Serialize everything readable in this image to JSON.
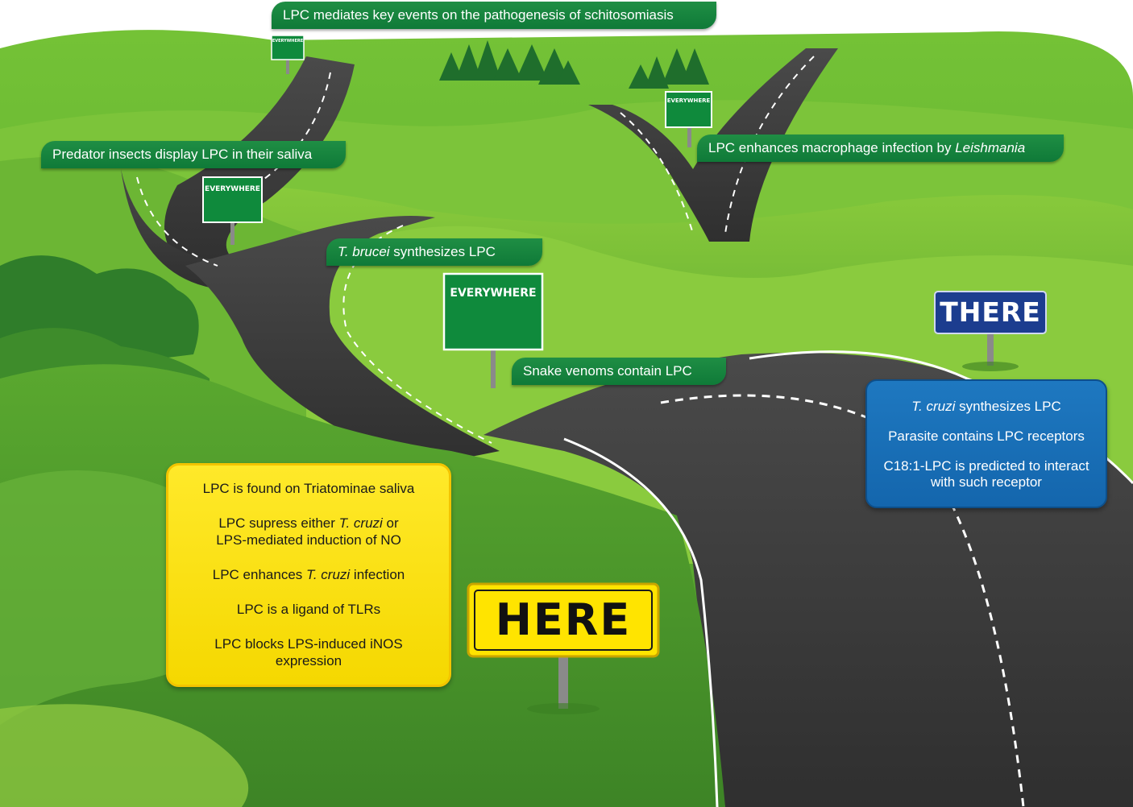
{
  "callouts": {
    "schisto": "LPC mediates key events on the pathogenesis of schitosomiasis",
    "predator": "Predator insects display LPC in their saliva",
    "macrophage_prefix": "LPC enhances macrophage infection by ",
    "macrophage_italic": "Leishmania",
    "brucei_italic": "T. brucei",
    "brucei_suffix": " synthesizes LPC",
    "snake": "Snake venoms contain LPC"
  },
  "signs": {
    "everywhere": "EVERYWHERE",
    "here": "HERE",
    "there": "THERE"
  },
  "yellow_box": {
    "line1": "LPC is found on Triatominae saliva",
    "line2_a": "LPC supress either ",
    "line2_italic": "T. cruzi",
    "line2_b": " or",
    "line2_c": "LPS-mediated induction of NO",
    "line3_a": "LPC enhances ",
    "line3_italic": "T. cruzi",
    "line3_b": " infection",
    "line4": "LPC is a ligand of TLRs",
    "line5_a": "LPC blocks LPS-induced iNOS",
    "line5_b": "expression"
  },
  "blue_box": {
    "line1_italic": "T. cruzi",
    "line1_b": " synthesizes LPC",
    "line2": "Parasite contains LPC receptors",
    "line3_a": "C18:1-LPC is predicted to interact",
    "line3_b": "with such receptor"
  },
  "colors": {
    "sign_green": "#0f8a3c",
    "sign_yellow": "#ffe400",
    "sign_blue": "#1c3d8f",
    "road": "#3a3a3a",
    "grass": "#5fb133"
  }
}
